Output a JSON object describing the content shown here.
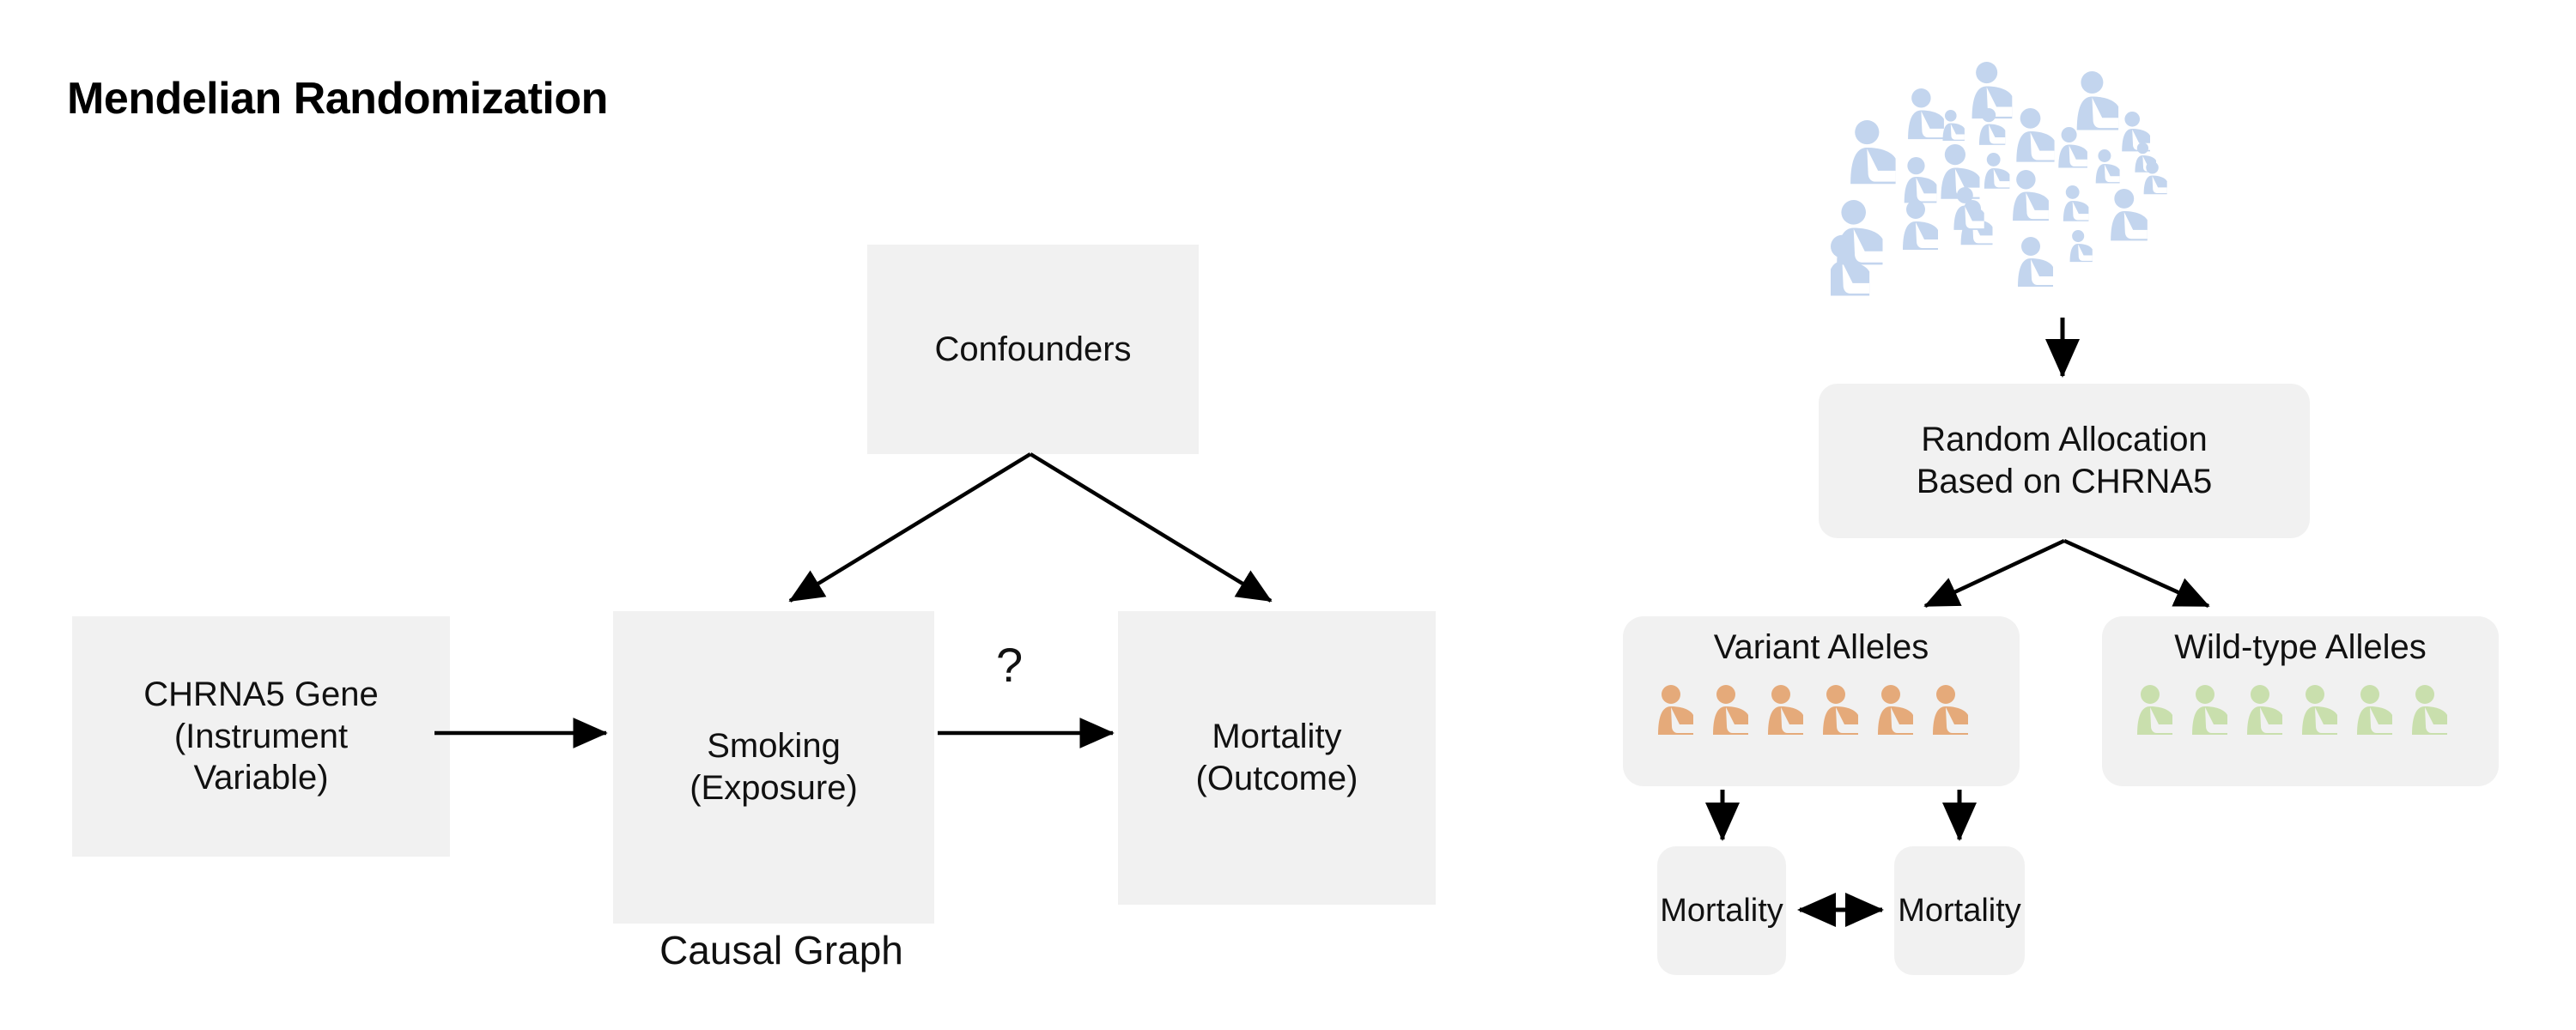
{
  "page": {
    "title": "Mendelian Randomization",
    "background": "#ffffff"
  },
  "colors": {
    "box_fill": "#f1f1f1",
    "crowd_blue": "#c3d5ee",
    "variant_orange": "#e5aa7a",
    "wildtype_green": "#c9dfad",
    "text": "#111111",
    "arrow": "#000000"
  },
  "causal_graph": {
    "caption": "Causal Graph",
    "nodes": {
      "confounders": "Confounders",
      "gene": "CHRNA5 Gene\n(Instrument\nVariable)",
      "gene_line1": "CHRNA5 Gene",
      "gene_line2": "(Instrument",
      "gene_line3": "Variable)",
      "exposure_line1": "Smoking",
      "exposure_line2": "(Exposure)",
      "outcome_line1": "Mortality",
      "outcome_line2": "(Outcome)"
    },
    "edge_label_unknown": "?",
    "edges": [
      {
        "from": "gene",
        "to": "exposure",
        "label": "",
        "style": "solid-arrow"
      },
      {
        "from": "exposure",
        "to": "outcome",
        "label": "?",
        "style": "solid-arrow"
      },
      {
        "from": "confounders",
        "to": "exposure",
        "label": "",
        "style": "solid-arrow"
      },
      {
        "from": "confounders",
        "to": "outcome",
        "label": "",
        "style": "solid-arrow"
      }
    ]
  },
  "trial_diagram": {
    "population": {
      "icon": "person-arm-sling-icon",
      "count": 24,
      "color": "#c3d5ee"
    },
    "allocation_box": {
      "line1": "Random Allocation",
      "line2": "Based on CHRNA5"
    },
    "arms": [
      {
        "label": "Variant Alleles",
        "icon": "person-arm-sling-icon",
        "icon_count": 6,
        "icon_color": "#e5aa7a",
        "outcome": "Mortality"
      },
      {
        "label": "Wild-type Alleles",
        "icon": "person-arm-sling-icon",
        "icon_count": 6,
        "icon_color": "#c9dfad",
        "outcome": "Mortality"
      }
    ],
    "comparison_edge": "double-headed-arrow"
  }
}
